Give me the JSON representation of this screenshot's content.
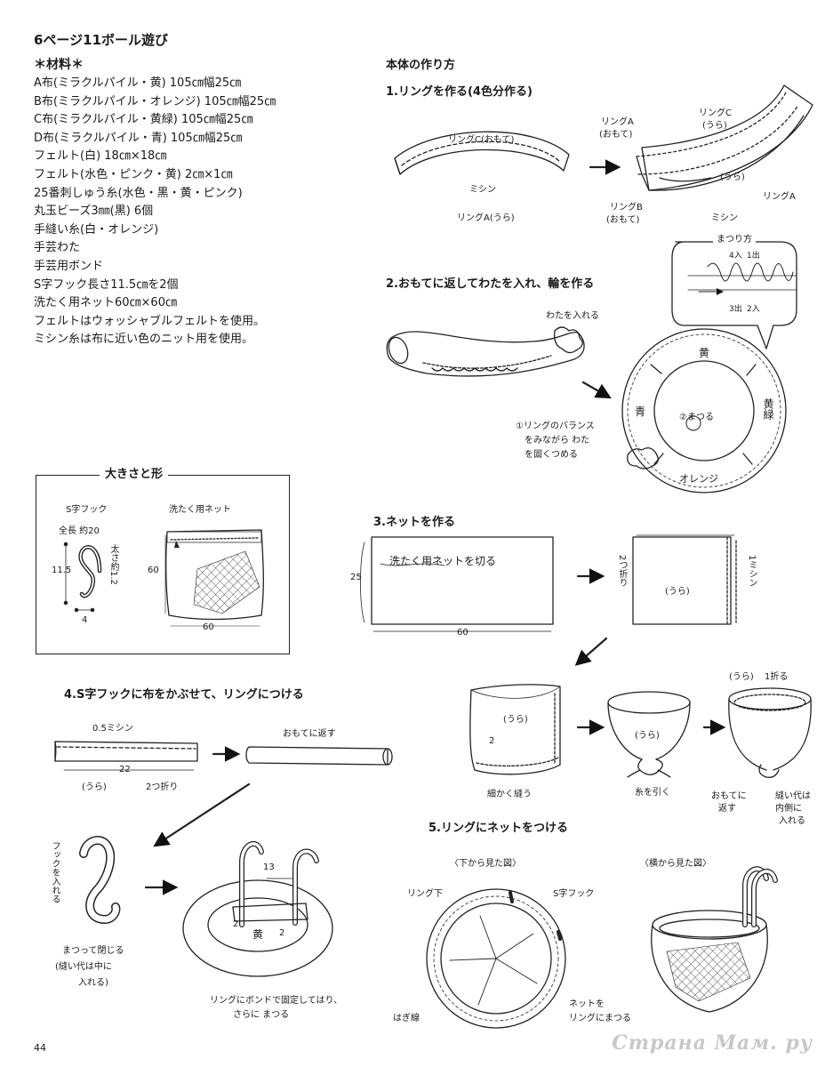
{
  "page_title": "6ページ11ボール遊び",
  "materials": {
    "heading": "＊材料＊",
    "items": [
      "A布(ミラクルパイル・黄) 105㎝幅25㎝",
      "B布(ミラクルパイル・オレンジ) 105㎝幅25㎝",
      "C布(ミラクルパイル・黄緑) 105㎝幅25㎝",
      "D布(ミラクルパイル・青) 105㎝幅25㎝",
      "フェルト(白) 18㎝×18㎝",
      "フェルト(水色・ピンク・黄) 2㎝×1㎝",
      "25番刺しゅう糸(水色・黒・黄・ピンク)",
      "丸玉ビーズ3㎜(黒) 6個",
      "手縫い糸(白・オレンジ)",
      "手芸わた",
      "手芸用ボンド",
      "S字フック長さ11.5㎝を2個",
      "洗たく用ネット60㎝×60㎝",
      "フェルトはウォッシャブルフェルトを使用。",
      "ミシン糸は布に近い色のニット用を使用。"
    ]
  },
  "size_box": {
    "title": "大きさと形",
    "hook_label": "S字フック",
    "net_label": "洗たく用ネット",
    "hook_length": "全長 約20",
    "hook_height": "11.5",
    "hook_width": "4",
    "hook_thickness": "太さ約1.2",
    "net_side": "60",
    "net_bottom": "60"
  },
  "section_main": "本体の作り方",
  "step1": {
    "title": "1.リングを作る(4色分作る)",
    "ring_c_front": "リングC(おもて)",
    "sewing": "ミシン",
    "ring_a_back": "リングA(うら)",
    "ring_a_front_1": "リングA",
    "ring_a_front_2": "(おもて)",
    "ring_c_back_1": "リングC",
    "ring_c_back_2": "(うら)",
    "ura": "(うら)",
    "ring_a": "リングA",
    "ring_b_front_1": "リングB",
    "ring_b_front_2": "(おもて)",
    "sewing2": "ミシン"
  },
  "step2": {
    "title": "2.おもてに返してわたを入れ、輪を作る",
    "stuff": "わたを入れる",
    "balance_1": "①リングのバランス",
    "balance_2": "をみながら わた",
    "balance_3": "を固くつめる",
    "stitch_title": "まつり方",
    "n_in_4": "4入",
    "n_out_1": "1出",
    "n_out_3": "3出",
    "n_in_2": "2入",
    "yellow": "黄",
    "blue": "青",
    "yellow_green": "黄緑",
    "orange": "オレンジ",
    "sew_ring": "②まつる"
  },
  "step3": {
    "title": "3.ネットを作る",
    "cut_net": "洗たく用ネットを切る",
    "dim_25": "25",
    "dim_60": "60",
    "fold2": "2つ折り",
    "sewing1": "1ミシン",
    "ura": "(うら)",
    "ura2": "(うら)",
    "ura3": "(うら)",
    "ura4": "(うら)",
    "gather_stitch": "細かく縫う",
    "pull_thread": "糸を引く",
    "fold1": "1折る",
    "turn_front_1": "おもてに",
    "turn_front_2": "返す",
    "allow_in_1": "縫い代は",
    "allow_in_2": "内側に",
    "allow_in_3": "入れる",
    "num2": "2"
  },
  "step4": {
    "title": "4.S字フックに布をかぶせて、リングにつける",
    "sew05": "0.5ミシン",
    "ura": "(うら)",
    "dim22": "22",
    "fold2": "2つ折り",
    "turn_front": "おもてに返す",
    "hook_in": "フックを入れる",
    "close_1": "まつって閉じる",
    "close_2": "(縫い代は中に",
    "close_3": "入れる)",
    "dim13": "13",
    "dim2a": "2",
    "dim2b": "2",
    "yellow": "黄",
    "glue_1": "リングにボンドで固定してはり、",
    "glue_2": "さらに まつる"
  },
  "step5": {
    "title": "5.リングにネットをつける",
    "bottom_view": "〈下から見た図〉",
    "side_view": "〈横から見た図〉",
    "ring_bottom": "リング下",
    "s_hook": "S字フック",
    "seam": "はぎ線",
    "net_to_ring_1": "ネットを",
    "net_to_ring_2": "リングにまつる"
  },
  "page_number": "44",
  "watermark": "Страна Мам. ру"
}
